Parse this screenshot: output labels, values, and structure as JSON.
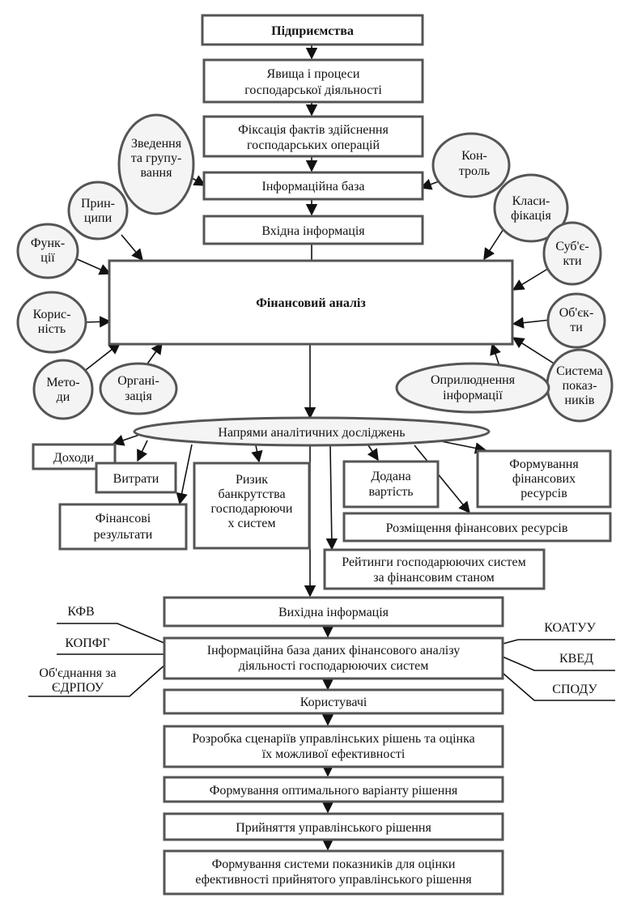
{
  "top_chain": {
    "enterprise": "Підприємства",
    "phenomena": [
      "Явища і процеси",
      "господарської діяльності"
    ],
    "fixation": [
      "Фіксація фактів здійснення",
      "господарських операцій"
    ],
    "info_base": "Інформаційна база",
    "input_info": "Вхідна інформація"
  },
  "center": {
    "title": "Фінансовий аналіз"
  },
  "left_ovals": {
    "summary": [
      "Зведення",
      "та групу-",
      "вання"
    ],
    "principles": [
      "Прин-",
      "ципи"
    ],
    "functions": [
      "Функ-",
      "ції"
    ],
    "usefulness": [
      "Корис-",
      "ність"
    ],
    "methods": [
      "Мето-",
      "ди"
    ],
    "organization": [
      "Органі-",
      "зація"
    ]
  },
  "right_ovals": {
    "control": [
      "Кон-",
      "троль"
    ],
    "classification": [
      "Класи-",
      "фікація"
    ],
    "subjects": [
      "Суб'є-",
      "кти"
    ],
    "objects": [
      "Об'єк-",
      "ти"
    ],
    "indicators": [
      "Система",
      "показ-",
      "ників"
    ],
    "publication": [
      "Оприлюднення",
      "інформації"
    ]
  },
  "directions": {
    "title": "Напрями аналітичних досліджень",
    "income": "Доходи",
    "expenses": "Витрати",
    "fin_results": [
      "Фінансові",
      "результати"
    ],
    "bankruptcy": [
      "Ризик",
      "банкрутства",
      "господарюючи",
      "х систем"
    ],
    "added_value": [
      "Додана",
      "вартість"
    ],
    "fin_resources": [
      "Формування",
      "фінансових",
      "ресурсів"
    ],
    "placement": "Розміщення фінансових ресурсів",
    "ratings": [
      "Рейтинги господарюючих систем",
      "за фінансовим станом"
    ]
  },
  "bottom_chain": {
    "output_info": "Вихідна інформація",
    "database": [
      "Інформаційна база даних фінансового аналізу",
      "діяльності господарюючих систем"
    ],
    "users": "Користувачі",
    "scenarios": [
      "Розробка сценаріїв управлінських рішень та оцінка",
      "їх можливої ефективності"
    ],
    "optimal": "Формування оптимального варіанту рішення",
    "decision": "Прийняття управлінського рішення",
    "evaluation": [
      "Формування системи показників для оцінки",
      "ефективності прийнятого управлінського рішення"
    ]
  },
  "classifiers_left": {
    "kfv": "КФВ",
    "kopfg": "КОПФГ",
    "edrpou": [
      "Об'єднання за",
      "ЄДРПОУ"
    ]
  },
  "classifiers_right": {
    "koatuu": "КОАТУУ",
    "kved": "КВЕД",
    "spodu": "СПОДУ"
  }
}
